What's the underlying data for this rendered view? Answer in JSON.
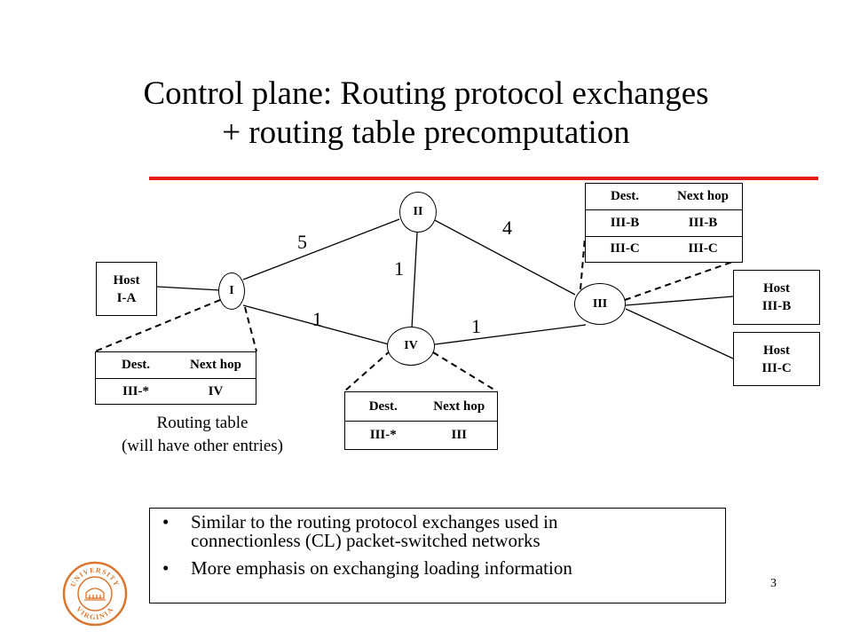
{
  "title": {
    "line1": "Control plane: Routing protocol exchanges",
    "line2": "+ routing table precomputation"
  },
  "colors": {
    "accent_rule": "#e41b17",
    "logo_orange": "#d9762d"
  },
  "hosts": {
    "ia": [
      "Host",
      "I-A"
    ],
    "iiib": [
      "Host",
      "III-B"
    ],
    "iiic": [
      "Host",
      "III-C"
    ]
  },
  "nodes": {
    "n1": "I",
    "n2": "II",
    "n3": "III",
    "n4": "IV"
  },
  "link_weights": {
    "i_ii": "5",
    "ii_iii": "4",
    "ii_iv": "1",
    "i_iv": "1",
    "iv_iii": "1"
  },
  "tables": {
    "node_i": {
      "headers": [
        "Dest.",
        "Next hop"
      ],
      "rows": [
        [
          "III-*",
          "IV"
        ]
      ]
    },
    "node_iv": {
      "headers": [
        "Dest.",
        "Next hop"
      ],
      "rows": [
        [
          "III-*",
          "III"
        ]
      ]
    },
    "node_iii": {
      "headers": [
        "Dest.",
        "Next hop"
      ],
      "rows": [
        [
          "III-B",
          "III-B"
        ],
        [
          "III-C",
          "III-C"
        ]
      ]
    }
  },
  "caption": {
    "line1": "Routing table",
    "line2": "(will have other entries)"
  },
  "bullets": {
    "items": [
      [
        "Similar to the routing protocol exchanges used in",
        "connectionless (CL) packet-switched networks"
      ],
      [
        "More emphasis on exchanging loading information"
      ]
    ]
  },
  "logo": {
    "arc_top": "UNIVERSITY",
    "arc_bottom": "VIRGINIA",
    "icon": "university-seal-icon"
  },
  "page_number": "3"
}
